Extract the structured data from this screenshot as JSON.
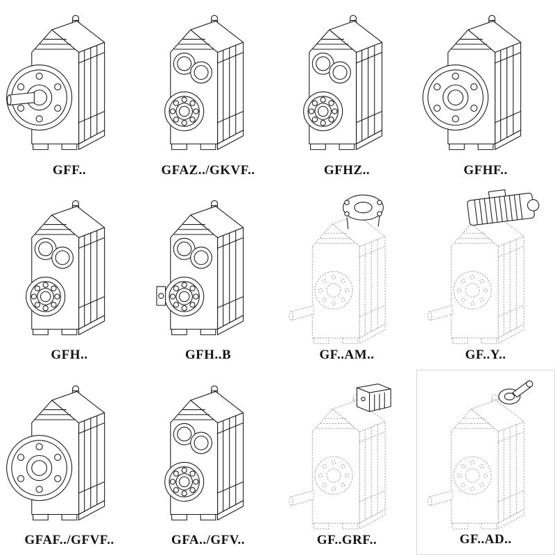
{
  "catalog": {
    "items": [
      {
        "label": "GFF..",
        "drawing": "helical-gearbox-output-flange-solid-shaft"
      },
      {
        "label": "GFAZ../GKVF..",
        "drawing": "helical-gearbox-hollow-shaft-small-flange"
      },
      {
        "label": "GFHZ..",
        "drawing": "helical-gearbox-hollow-shaft-shrink-disc"
      },
      {
        "label": "GFHF..",
        "drawing": "helical-gearbox-hollow-shaft-output-flange"
      },
      {
        "label": "GFH..",
        "drawing": "helical-gearbox-hollow-shaft"
      },
      {
        "label": "GFH..B",
        "drawing": "helical-gearbox-hollow-shaft-fixing-element"
      },
      {
        "label": "GF..AM..",
        "drawing": "helical-gearbox-iec-motor-adapter"
      },
      {
        "label": "GF..Y..",
        "drawing": "helical-gearmotor-with-motor"
      },
      {
        "label": "GFAF../GFVF..",
        "drawing": "helical-gearbox-output-flange"
      },
      {
        "label": "GFA../GFV..",
        "drawing": "helical-gearbox-foot-mounted"
      },
      {
        "label": "GF..GRF..",
        "drawing": "helical-gearbox-input-adapter-box"
      },
      {
        "label": "GF..AD..",
        "drawing": "helical-gearbox-input-shaft-adapter"
      }
    ],
    "colors": {
      "line": "#1a1a1a",
      "dashed_line": "#979797",
      "background": "#ffffff",
      "cell_border": "#d8d8d8"
    }
  }
}
